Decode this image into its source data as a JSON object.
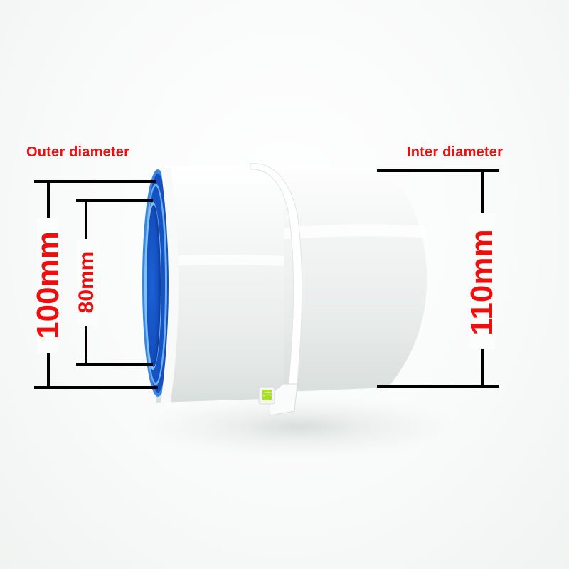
{
  "annotations": {
    "outer_label": "Outer diameter",
    "inner_label": "Inter diameter",
    "dim_outer_large": "100mm",
    "dim_outer_small": "80mm",
    "dim_inner": "110mm"
  },
  "colors": {
    "annotation_text": "#f00d0d",
    "dimension_lines": "#000000",
    "pipe_body": "#f4f6f5",
    "inner_rings": "#1450c8",
    "ring_highlight": "#5aa0e6",
    "level_bubble": "#a8e020"
  },
  "product": {
    "type": "pipe-reducer-adapter",
    "features": [
      "white-outer-sleeve",
      "blue-nested-rings",
      "clamp-strap",
      "spirit-level"
    ]
  }
}
